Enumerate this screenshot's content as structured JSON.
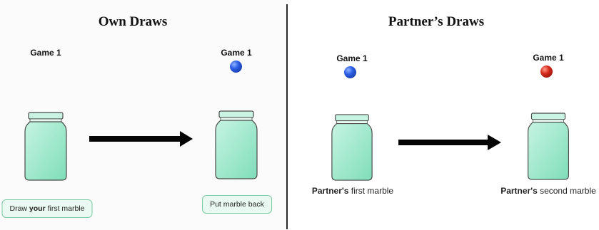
{
  "left_panel": {
    "title": "Own Draws",
    "start": {
      "game_label": "Game 1",
      "caption_pre": "Draw ",
      "caption_bold": "your",
      "caption_post": " first marble"
    },
    "end": {
      "game_label": "Game 1",
      "marble_color": "#1f4fd1",
      "caption": "Put marble back"
    }
  },
  "right_panel": {
    "title": "Partner’s Draws",
    "start": {
      "game_label": "Game 1",
      "marble_color": "#1f4fd1",
      "caption_bold": "Partner's",
      "caption_post": " first marble"
    },
    "end": {
      "game_label": "Game 1",
      "marble_color": "#d2271a",
      "caption_bold": "Partner's",
      "caption_post": " second marble"
    }
  },
  "colors": {
    "jar_fill": "#93e6c6",
    "jar_lid": "#c9f3e2",
    "jar_outline": "#4a4a4a",
    "arrow": "#050505"
  },
  "icons": {
    "jar": "glass-jar-icon",
    "arrow": "right-arrow-icon",
    "marble": "marble-icon"
  }
}
